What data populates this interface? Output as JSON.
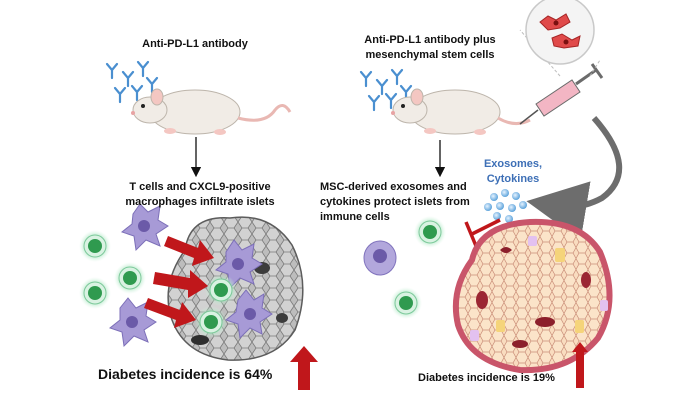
{
  "left_panel": {
    "title": "Anti-PD-L1 antibody",
    "step_text_line1": "T cells and CXCL9-positive",
    "step_text_line2": "macrophages infiltrate islets",
    "outcome": "Diabetes incidence is 64%"
  },
  "right_panel": {
    "title_line1": "Anti-PD-L1 antibody plus",
    "title_line2": "mesenchymal stem cells",
    "secreted_line1": "Exosomes,",
    "secreted_line2": "Cytokines",
    "step_text_line1": "MSC-derived exosomes and",
    "step_text_line2": "cytokines protect islets from",
    "step_text_line3": "immune cells",
    "outcome": "Diabetes incidence is 19%"
  },
  "colors": {
    "arrow_red": "#c0171b",
    "t_cell_green": "#2f9a4f",
    "macrophage_purple": "#9a8fd0",
    "exosome_blue": "#6fa8dc",
    "secreted_text_blue": "#3d6fb6",
    "islet_gray": "#a9a9a9",
    "islet_pink": "#f5c9a8"
  }
}
